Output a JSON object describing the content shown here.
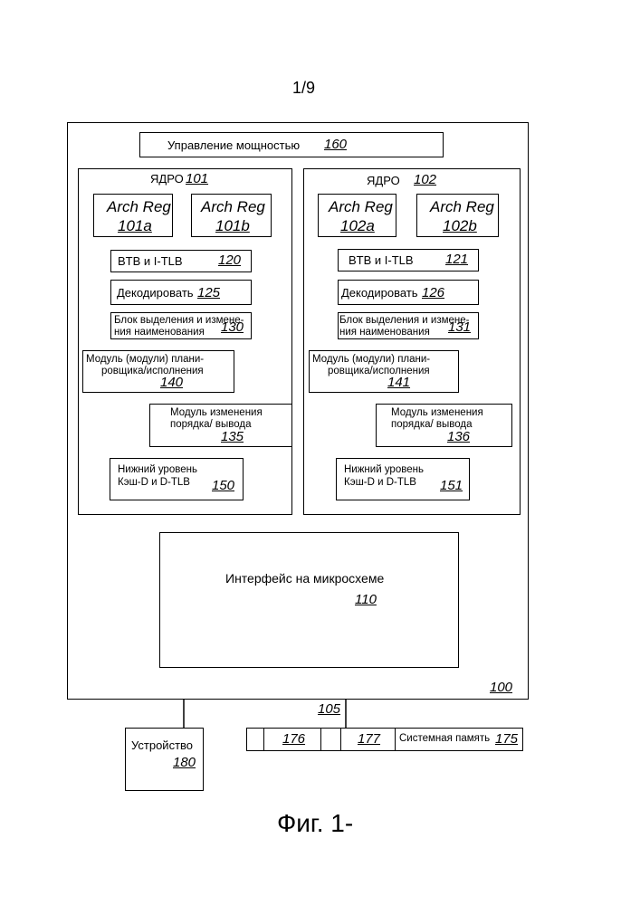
{
  "page_number": "1/9",
  "power": {
    "label": "Управление мощностью",
    "num": "160"
  },
  "cores": [
    {
      "label": "ЯДРО",
      "num": "101",
      "regs": [
        {
          "label": "Arch Reg",
          "num": "101a"
        },
        {
          "label": "Arch Reg",
          "num": "101b"
        }
      ],
      "btb": {
        "label": "BTB и I-TLB",
        "num": "120"
      },
      "decode": {
        "label": "Декодировать",
        "num": "125"
      },
      "rename": {
        "line1": "Блок выделения и измене-",
        "line2": "ния наименования",
        "num": "130"
      },
      "sched": {
        "line1": "Модуль (модули) плани-",
        "line2": "ровщика/исполнения",
        "num": "140"
      },
      "reorder": {
        "line1": "Модуль изменения",
        "line2": "порядка/ вывода",
        "num": "135"
      },
      "cache": {
        "line1": "Нижний уровень",
        "line2": "Кэш-D и D-TLB",
        "num": "150"
      }
    },
    {
      "label": "ЯДРО",
      "num": "102",
      "regs": [
        {
          "label": "Arch Reg",
          "num": "102a"
        },
        {
          "label": "Arch Reg",
          "num": "102b"
        }
      ],
      "btb": {
        "label": "BTB и I-TLB",
        "num": "121"
      },
      "decode": {
        "label": "Декодировать",
        "num": "126"
      },
      "rename": {
        "line1": "Блок выделения и измене-",
        "line2": "ния наименования",
        "num": "131"
      },
      "sched": {
        "line1": "Модуль (модули) плани-",
        "line2": "ровщика/исполнения",
        "num": "141"
      },
      "reorder": {
        "line1": "Модуль изменения",
        "line2": "порядка/ вывода",
        "num": "136"
      },
      "cache": {
        "line1": "Нижний уровень",
        "line2": "Кэш-D и D-TLB",
        "num": "151"
      }
    }
  ],
  "interface": {
    "label": "Интерфейс на микросхеме",
    "num": "110"
  },
  "processor_num": "100",
  "bus_num": "105",
  "device": {
    "label": "Устройство",
    "num": "180"
  },
  "memory": {
    "label": "Системная память",
    "num": "175",
    "cells": [
      "176",
      "177"
    ]
  },
  "figure_caption": "Фиг. 1-"
}
